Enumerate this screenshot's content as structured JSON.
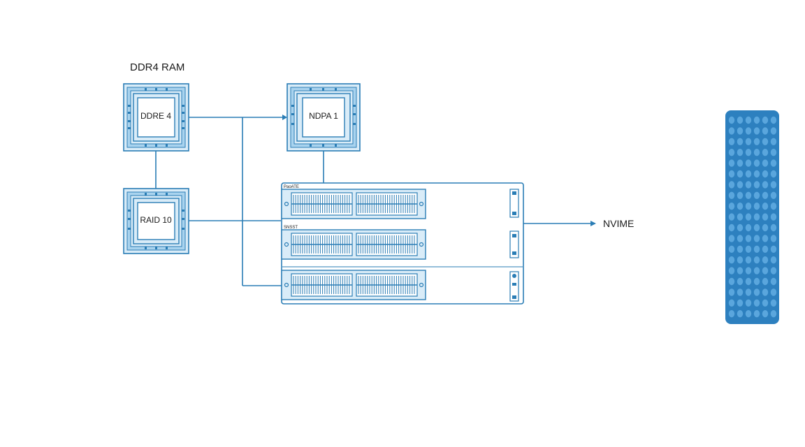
{
  "colors": {
    "stroke": "#2a7db5",
    "fill_light": "#d9ecf8",
    "fill_mid": "#a9d3ee",
    "panel_blue": "#2d80bf",
    "dot": "#5aa6dd",
    "text": "#1a1a1a"
  },
  "labels": {
    "ddr4_ram_title": "DDR4 RAM",
    "chip_ddr4": "DDRE 4",
    "chip_raid": "RAID 10",
    "chip_ndpa": "NDPA 1",
    "nvme": "NVIME",
    "rack_label_1": "PaoATE",
    "rack_label_2": "SNSST"
  },
  "icons": {
    "chip": "cpu-chip-icon",
    "server_rack": "server-rack-icon",
    "storage_panel": "dotted-storage-panel-icon"
  }
}
